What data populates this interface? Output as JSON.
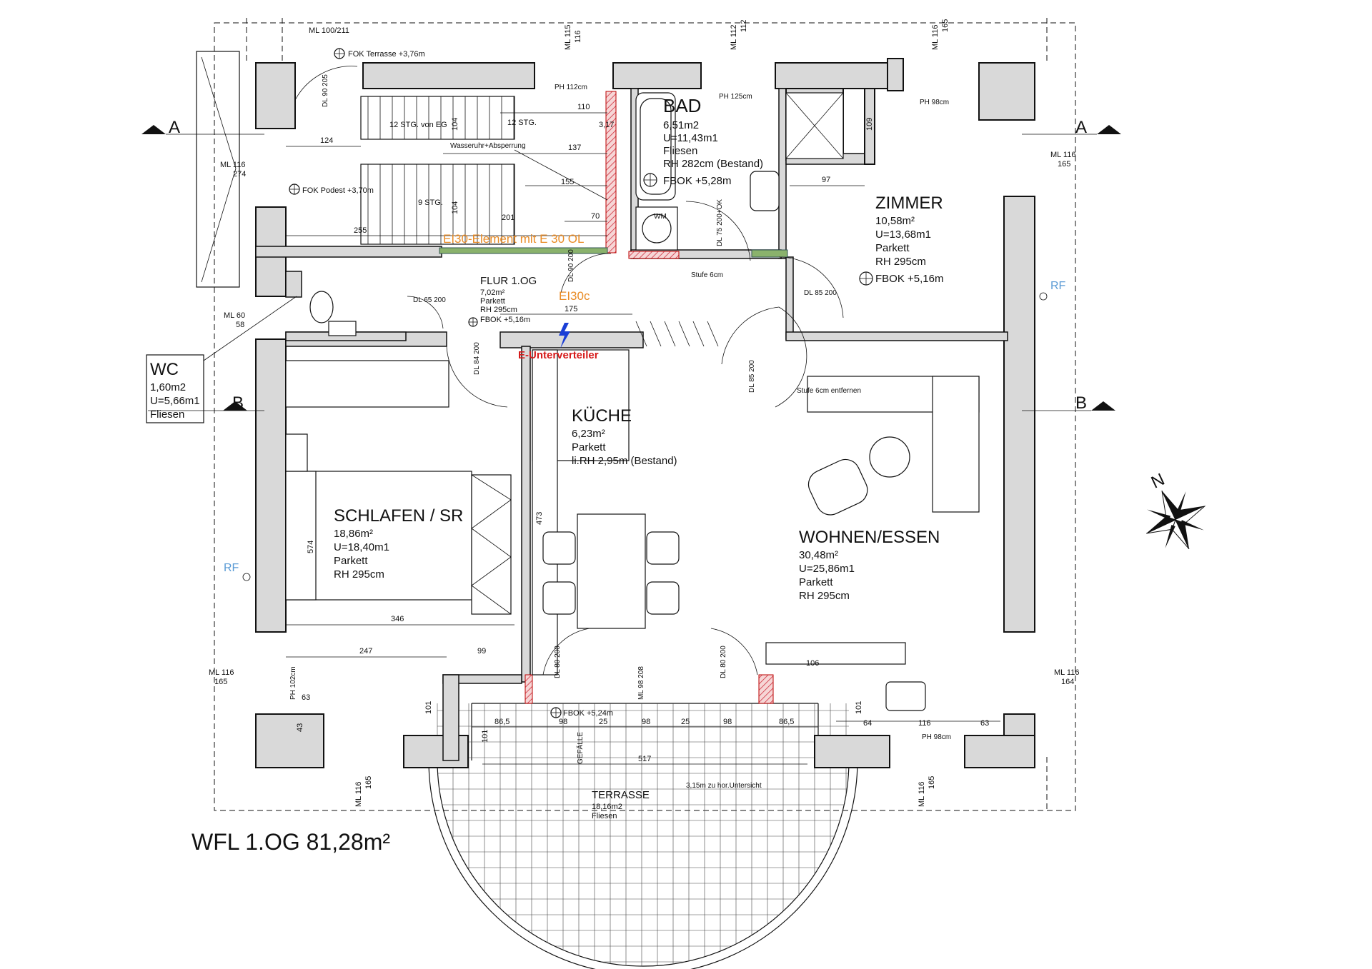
{
  "rooms": {
    "bad": {
      "name": "BAD",
      "lines": [
        "6,51m2",
        "U=11,43m1",
        "Fliesen",
        "RH 282cm (Bestand)",
        "FBOK +5,28m"
      ]
    },
    "zimmer": {
      "name": "ZIMMER",
      "lines": [
        "10,58m²",
        "U=13,68m1",
        "Parkett",
        "RH 295cm",
        "FBOK +5,16m"
      ]
    },
    "flur": {
      "name": "FLUR 1.OG",
      "lines": [
        "7,02m²",
        "Parkett",
        "RH 295cm",
        "FBOK +5,16m"
      ]
    },
    "wc": {
      "name": "WC",
      "lines": [
        "1,60m2",
        "U=5,66m1",
        "Fliesen"
      ]
    },
    "kueche": {
      "name": "KÜCHE",
      "lines": [
        "6,23m²",
        "Parkett",
        "li.RH 2,95m (Bestand)"
      ]
    },
    "schlafen": {
      "name": "SCHLAFEN / SR",
      "lines": [
        "18,86m²",
        "U=18,40m1",
        "Parkett",
        "RH 295cm"
      ]
    },
    "wohnen": {
      "name": "WOHNEN/ESSEN",
      "lines": [
        "30,48m²",
        "U=25,86m1",
        "Parkett",
        "RH 295cm"
      ]
    },
    "terrasse": {
      "name": "TERRASSE",
      "lines": [
        "18,16m2",
        "Fliesen"
      ]
    }
  },
  "annotations": {
    "ei30_element": "EI30-Element mit E 30 OL",
    "ei30c": "EI30c",
    "e_unterverteiler": "E-Unterverteiler",
    "wfl": "WFL 1.OG  81,28m²",
    "rf": "RF",
    "fok_terrasse": "FOK Terrasse +3,76m",
    "fok_podest": "FOK Podest +3,70m",
    "stg_eg": "12 STG. von EG",
    "stg_12": "12 STG.",
    "stg_9": "9 STG.",
    "wasseruhr": "Wasseruhr+Absperrung",
    "stufe": "Stufe 6cm",
    "stufe_entfernen": "Stufe 6cm entfernen",
    "fbok_terrasse": "FBOK +5,24m",
    "untersicht": "3,15m zu hor.Untersicht",
    "gefaelle": "GEFÄLLE",
    "wm": "WM",
    "ph112": "PH 112cm",
    "ph125": "PH 125cm",
    "ph98": "PH 98cm",
    "ph102": "PH 102cm"
  },
  "sections": {
    "a": "A",
    "b": "B"
  },
  "dimensions": {
    "d124": "124",
    "d110": "110",
    "d137": "137",
    "d155": "155",
    "d70": "70",
    "d255": "255",
    "d104": "104",
    "d201": "201",
    "d317": "3,17",
    "d175": "175",
    "d97": "97",
    "d109": "109",
    "d473": "473",
    "d574": "574",
    "d346": "346",
    "d247": "247",
    "d99": "99",
    "d63": "63",
    "d43": "43",
    "d101": "101",
    "d86_5": "86,5",
    "d98": "98",
    "d25": "25",
    "d517": "517",
    "d106": "106",
    "d64": "64",
    "d116": "116"
  },
  "window_labels": {
    "ml100": "ML 100/211",
    "ml115": "ML 115",
    "ml115b": "116",
    "ml112": "ML 112",
    "ml112b": "112",
    "ml116_165": "ML 116",
    "ml116b": "165",
    "ml116_274a": "ML 116",
    "ml116_274b": "274",
    "ml60a": "ML 60",
    "ml60b": "58",
    "ml116_164a": "ML 116",
    "ml116_164b": "164"
  },
  "doors": {
    "dl90_205": "DL 90 205",
    "dl75": "DL 75 200+OK",
    "dl90_200": "DL 90 200",
    "dl85_200": "DL 85 200",
    "dl65": "DL 65 200",
    "dl84": "DL 84 200",
    "dl85b": "DL 85 200",
    "dl80a": "DL 80 200",
    "dl80b": "DL 80 200",
    "ml98": "ML 98 208"
  }
}
